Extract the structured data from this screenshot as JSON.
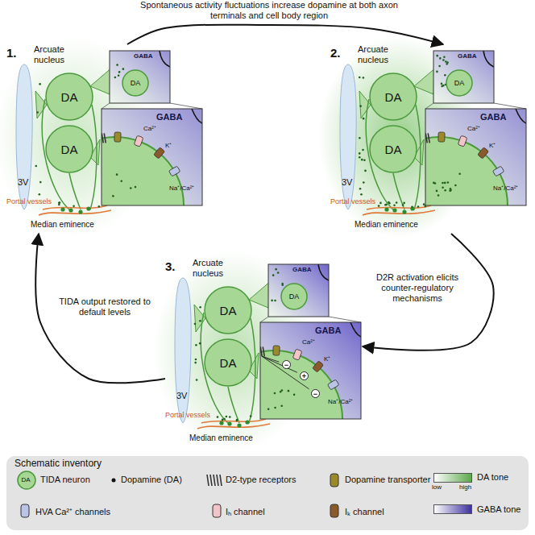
{
  "diagram": {
    "nodes": [
      {
        "text": [
          "1."
        ]
      },
      {
        "text": [
          "DA"
        ],
        "in": 0
      },
      {
        "text": [
          "DA"
        ],
        "in": 0
      },
      {
        "text": [
          "DA"
        ],
        "in": 0
      },
      {
        "text": [
          "2."
        ]
      },
      {
        "text": [
          "DA"
        ],
        "in": 4
      },
      {
        "text": [
          "DA"
        ],
        "in": 4
      },
      {
        "text": [
          "DA"
        ],
        "in": 4
      },
      {
        "text": [
          "3."
        ]
      },
      {
        "text": [
          "DA"
        ],
        "in": 8
      },
      {
        "text": [
          "DA"
        ],
        "in": 8
      },
      {
        "text": [
          "DA"
        ],
        "in": 8
      }
    ],
    "edges": [
      {
        "from": 0,
        "to": 4,
        "arrow": "to",
        "label": "Spontaneous activity fluctuations increase dopamine at both axon terminals and cell body region"
      },
      {
        "from": 4,
        "to": 8,
        "arrow": "to",
        "label": "D2R activation elicits counter-regulatory mechanisms"
      },
      {
        "from": 8,
        "to": 0,
        "arrow": "to",
        "label": "TIDA output restored to default levels"
      }
    ],
    "labels": [
      "Arcuate nucleus",
      "GABA",
      "GABA",
      "3V",
      "Portal vessels",
      "Median eminence",
      "Ca²⁺",
      "K⁺",
      "Na⁺/Ca²⁺",
      "Arcuate nucleus",
      "GABA",
      "GABA",
      "3V",
      "Portal vessels",
      "Median eminence",
      "Ca²⁺",
      "K⁺",
      "Na⁺/Ca²⁺",
      "Arcuate nucleus",
      "GABA",
      "GABA",
      "3V",
      "Portal vessels",
      "Median eminence",
      "Ca²⁺",
      "K⁺",
      "Na⁺/Ca²⁺",
      "−",
      "+",
      "−",
      "Schematic inventory",
      "DA",
      "low",
      "high"
    ],
    "legend": [
      {
        "text": "TIDA neuron"
      },
      {
        "text": "Dopamine (DA)"
      },
      {
        "text": "D2-type receptors"
      },
      {
        "text": "Dopamine transporter"
      },
      {
        "text": "DA tone",
        "color": "#5aa84a"
      },
      {
        "text": "HVA Ca²⁺ channels"
      },
      {
        "text": "Iₕ channel"
      },
      {
        "text": "Iₖ channel"
      },
      {
        "text": "GABA tone",
        "color": "#3d2f9e"
      }
    ]
  }
}
